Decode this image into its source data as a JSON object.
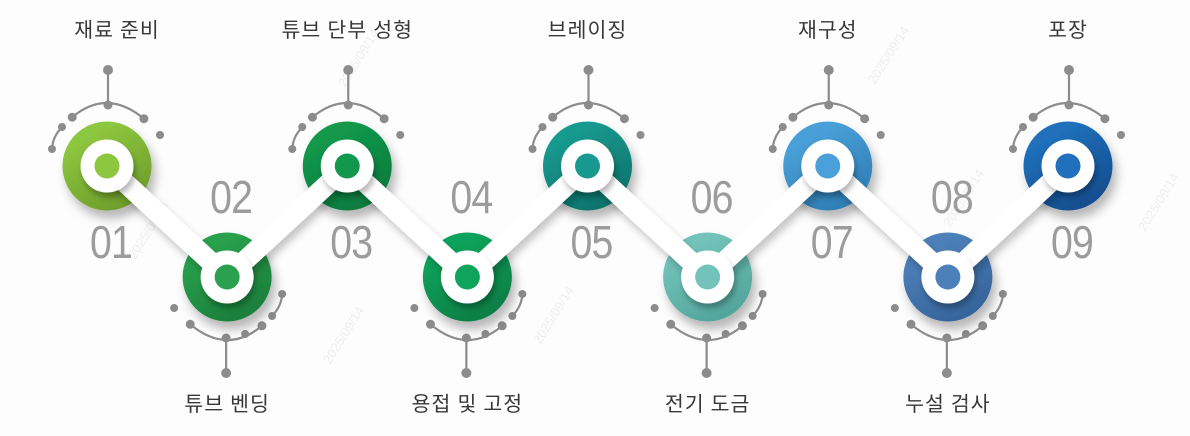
{
  "watermark": {
    "text": "2025/09/14"
  },
  "diagram": {
    "type": "process-flow-zigzag",
    "step_count": 9,
    "number_color": "#9c9c9c",
    "label_color": "#383838",
    "band_color": "#ffffff",
    "ornament_color": "#8c8c8c",
    "steps": [
      {
        "number": "01",
        "label": "재료 준비",
        "position": "top",
        "color": "#8dc63f",
        "color_dark": "#6f9f2b"
      },
      {
        "number": "02",
        "label": "튜브 벤딩",
        "position": "bottom",
        "color": "#2aa14e",
        "color_dark": "#1a7f3a"
      },
      {
        "number": "03",
        "label": "튜브 단부 성형",
        "position": "top",
        "color": "#12984c",
        "color_dark": "#0d7c3e"
      },
      {
        "number": "04",
        "label": "용접 및 고정",
        "position": "bottom",
        "color": "#10a35b",
        "color_dark": "#0a7f46"
      },
      {
        "number": "05",
        "label": "브레이징",
        "position": "top",
        "color": "#17998f",
        "color_dark": "#0e746c"
      },
      {
        "number": "06",
        "label": "전기 도금",
        "position": "bottom",
        "color": "#73c3ba",
        "color_dark": "#53a69c"
      },
      {
        "number": "07",
        "label": "재구성",
        "position": "top",
        "color": "#4aa0d8",
        "color_dark": "#2f7fb5"
      },
      {
        "number": "08",
        "label": "누설 검사",
        "position": "bottom",
        "color": "#4d80b8",
        "color_dark": "#36659c"
      },
      {
        "number": "09",
        "label": "포장",
        "position": "top",
        "color": "#2070bb",
        "color_dark": "#124e90"
      }
    ]
  }
}
